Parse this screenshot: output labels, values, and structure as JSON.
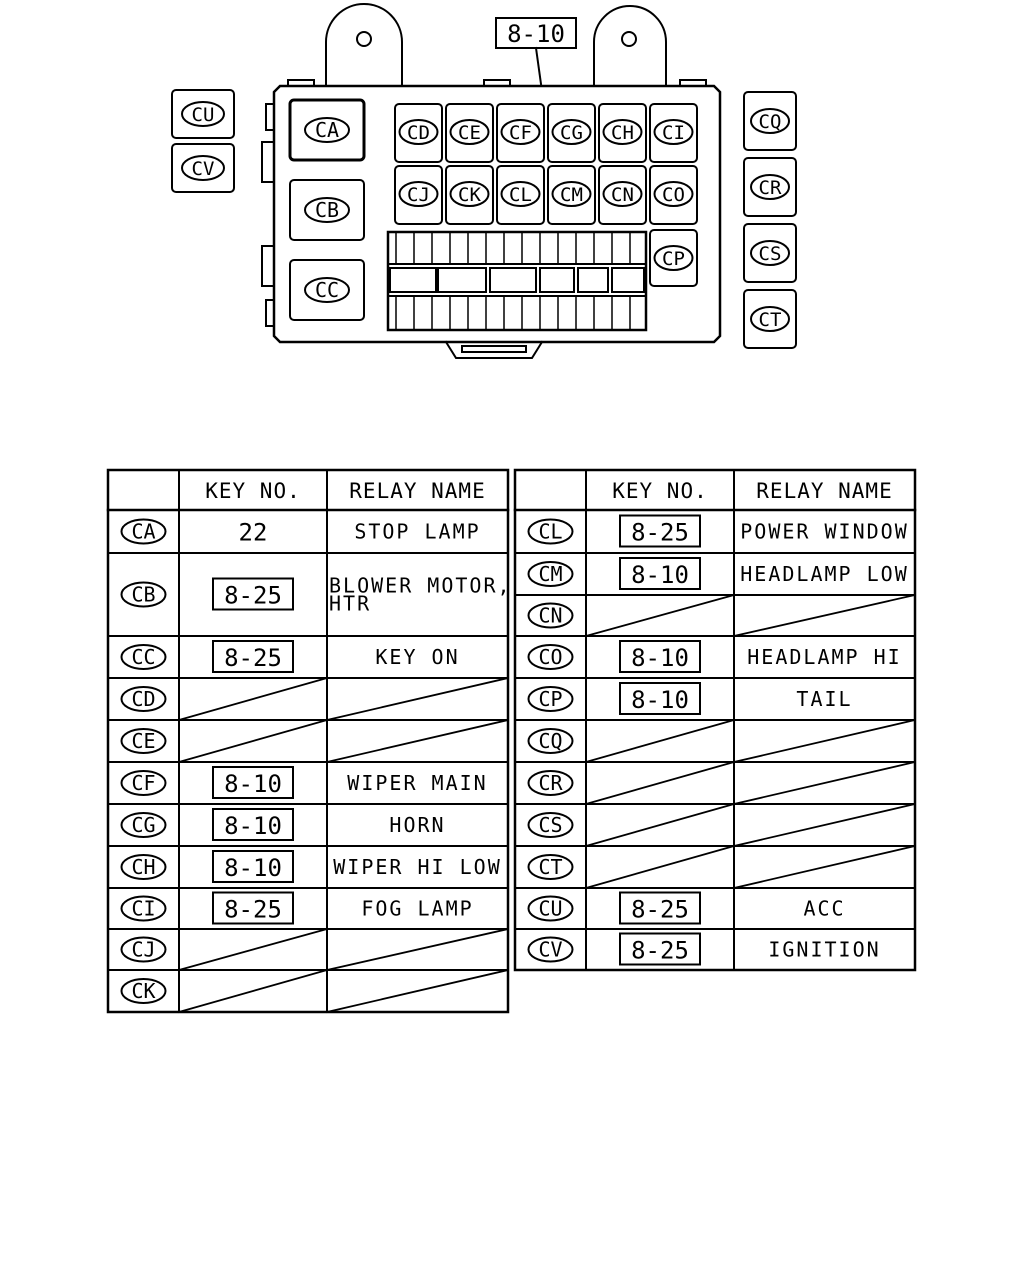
{
  "diagram": {
    "callout": "8-10",
    "box_relays": [
      "CA",
      "CB",
      "CC",
      "CD",
      "CE",
      "CF",
      "CG",
      "CH",
      "CI",
      "CJ",
      "CK",
      "CL",
      "CM",
      "CN",
      "CO",
      "CP"
    ],
    "left_relays": [
      "CU",
      "CV"
    ],
    "right_relays": [
      "CQ",
      "CR",
      "CS",
      "CT"
    ]
  },
  "table": {
    "headers": {
      "key_no": "KEY NO.",
      "relay_name": "RELAY NAME"
    },
    "left": [
      {
        "code": "CA",
        "key": "22",
        "boxed": false,
        "name": "STOP LAMP"
      },
      {
        "code": "CB",
        "key": "8-25",
        "boxed": true,
        "name": "BLOWER MOTOR,",
        "name2": "HTR"
      },
      {
        "code": "CC",
        "key": "8-25",
        "boxed": true,
        "name": "KEY ON"
      },
      {
        "code": "CD",
        "key": "",
        "boxed": false,
        "name": ""
      },
      {
        "code": "CE",
        "key": "",
        "boxed": false,
        "name": ""
      },
      {
        "code": "CF",
        "key": "8-10",
        "boxed": true,
        "name": "WIPER MAIN"
      },
      {
        "code": "CG",
        "key": "8-10",
        "boxed": true,
        "name": "HORN"
      },
      {
        "code": "CH",
        "key": "8-10",
        "boxed": true,
        "name": "WIPER HI LOW"
      },
      {
        "code": "CI",
        "key": "8-25",
        "boxed": true,
        "name": "FOG LAMP"
      },
      {
        "code": "CJ",
        "key": "",
        "boxed": false,
        "name": ""
      },
      {
        "code": "CK",
        "key": "",
        "boxed": false,
        "name": ""
      }
    ],
    "right": [
      {
        "code": "CL",
        "key": "8-25",
        "boxed": true,
        "name": "POWER WINDOW"
      },
      {
        "code": "CM",
        "key": "8-10",
        "boxed": true,
        "name": "HEADLAMP LOW"
      },
      {
        "code": "CN",
        "key": "",
        "boxed": false,
        "name": ""
      },
      {
        "code": "CO",
        "key": "8-10",
        "boxed": true,
        "name": "HEADLAMP HI"
      },
      {
        "code": "CP",
        "key": "8-10",
        "boxed": true,
        "name": "TAIL"
      },
      {
        "code": "CQ",
        "key": "",
        "boxed": false,
        "name": ""
      },
      {
        "code": "CR",
        "key": "",
        "boxed": false,
        "name": ""
      },
      {
        "code": "CS",
        "key": "",
        "boxed": false,
        "name": ""
      },
      {
        "code": "CT",
        "key": "",
        "boxed": false,
        "name": ""
      },
      {
        "code": "CU",
        "key": "8-25",
        "boxed": true,
        "name": "ACC"
      },
      {
        "code": "CV",
        "key": "8-25",
        "boxed": true,
        "name": "IGNITION"
      }
    ]
  }
}
